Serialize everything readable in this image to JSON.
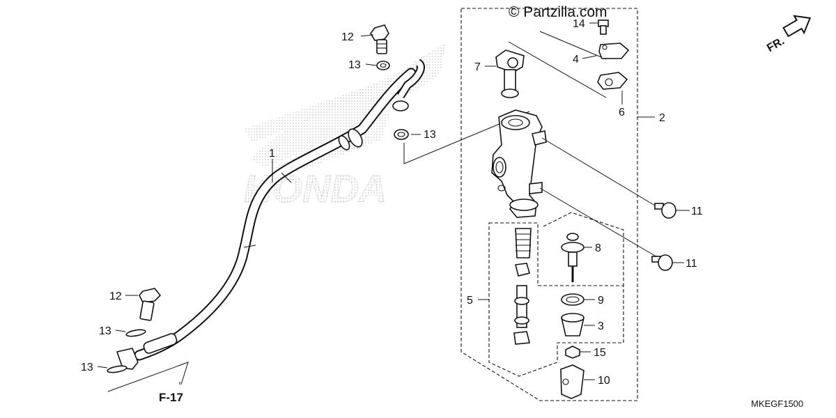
{
  "watermark": {
    "copyright": "© Partzilla.com",
    "brand": "HONDA"
  },
  "direction": {
    "label": "FR."
  },
  "reference": {
    "label": "F-17"
  },
  "diagram_code": "MKEGF1500",
  "callouts": [
    {
      "id": "c12a",
      "label": "12"
    },
    {
      "id": "c13a",
      "label": "13"
    },
    {
      "id": "c13b",
      "label": "13"
    },
    {
      "id": "c1",
      "label": "1"
    },
    {
      "id": "c12b",
      "label": "12"
    },
    {
      "id": "c13c",
      "label": "13"
    },
    {
      "id": "c13d",
      "label": "13"
    },
    {
      "id": "c7",
      "label": "7"
    },
    {
      "id": "c14",
      "label": "14"
    },
    {
      "id": "c4",
      "label": "4"
    },
    {
      "id": "c6",
      "label": "6"
    },
    {
      "id": "c2",
      "label": "2"
    },
    {
      "id": "c11a",
      "label": "11"
    },
    {
      "id": "c11b",
      "label": "11"
    },
    {
      "id": "c8",
      "label": "8"
    },
    {
      "id": "c5",
      "label": "5"
    },
    {
      "id": "c9",
      "label": "9"
    },
    {
      "id": "c3",
      "label": "3"
    },
    {
      "id": "c15",
      "label": "15"
    },
    {
      "id": "c10",
      "label": "10"
    }
  ],
  "colors": {
    "ink": "#111111",
    "watermark": "#c8c8c8",
    "background": "#ffffff"
  }
}
